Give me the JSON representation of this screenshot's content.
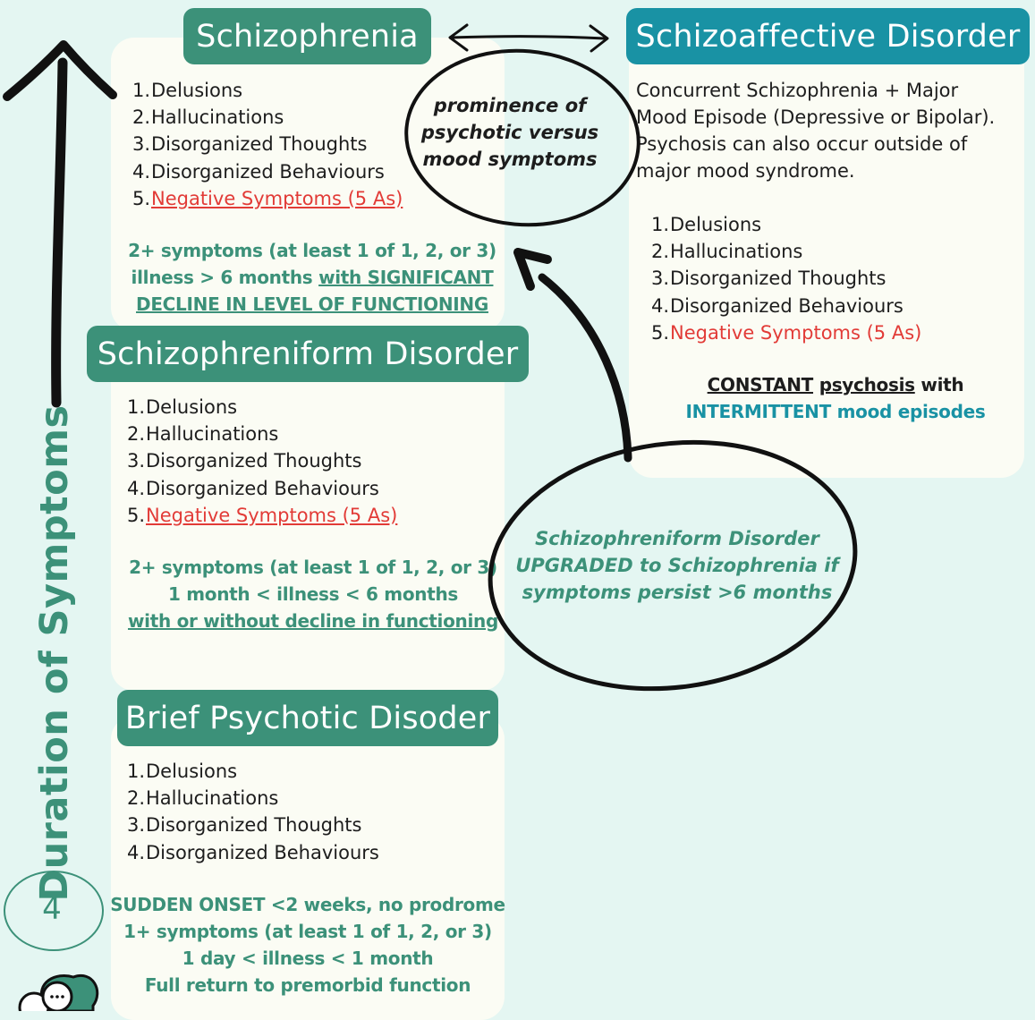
{
  "schizophrenia": {
    "title": "Schizophrenia",
    "symptoms": [
      "Delusions",
      "Hallucinations",
      "Disorganized Thoughts",
      "Disorganized Behaviours",
      "Negative Symptoms (5 As)"
    ],
    "criteria_line1": "2+ symptoms (at least 1 of  1, 2, or 3)",
    "criteria_line2_a": "illness > 6 months ",
    "criteria_line2_b": "with SIGNIFICANT",
    "criteria_line3": "DECLINE IN LEVEL OF FUNCTIONING"
  },
  "schizoaffective": {
    "title": "Schizoaffective Disorder",
    "desc_lines": [
      "Concurrent Schizophrenia + Major",
      "Mood Episode (Depressive or Bipolar).",
      "Psychosis can also occur outside of",
      "major mood syndrome."
    ],
    "symptoms": [
      "Delusions",
      "Hallucinations",
      "Disorganized Thoughts",
      "Disorganized Behaviours",
      "Negative Symptoms (5 As)"
    ],
    "criteria_a": "CONSTANT",
    "criteria_b": "psychosis",
    "criteria_c": " with",
    "criteria_line2": "INTERMITTENT mood episodes"
  },
  "schizophreniform": {
    "title": "Schizophreniform Disorder",
    "symptoms": [
      "Delusions",
      "Hallucinations",
      "Disorganized Thoughts",
      "Disorganized Behaviours",
      "Negative Symptoms (5 As)"
    ],
    "criteria_line1": "2+ symptoms (at least 1 of 1, 2, or 3)",
    "criteria_line2": "1 month < illness < 6 months",
    "criteria_line3": "with or without decline in functioning"
  },
  "brief": {
    "title": "Brief Psychotic Disoder",
    "symptoms": [
      "Delusions",
      "Hallucinations",
      "Disorganized Thoughts",
      "Disorganized Behaviours"
    ],
    "criteria_line1": "SUDDEN ONSET <2 weeks, no prodrome",
    "criteria_line2": "1+ symptoms (at least 1 of 1, 2, or 3)",
    "criteria_line3": "1 day < illness < 1 month",
    "criteria_line4": "Full return to premorbid function"
  },
  "callout_prominence": [
    "prominence of",
    "psychotic versus",
    "mood symptoms"
  ],
  "callout_upgrade": [
    "Schizophreniform Disorder",
    "UPGRADED to Schizophrenia if",
    "symptoms persist >6 months"
  ],
  "axis_label": "Duration of Symptoms",
  "page_number": "4",
  "colors": {
    "green": "#3c9179",
    "blue": "#1992a4",
    "red": "#e23b37",
    "panel": "#fbfcf4",
    "background": "#e4f6f2"
  },
  "icons": [
    "speech-bubbles-icon"
  ]
}
